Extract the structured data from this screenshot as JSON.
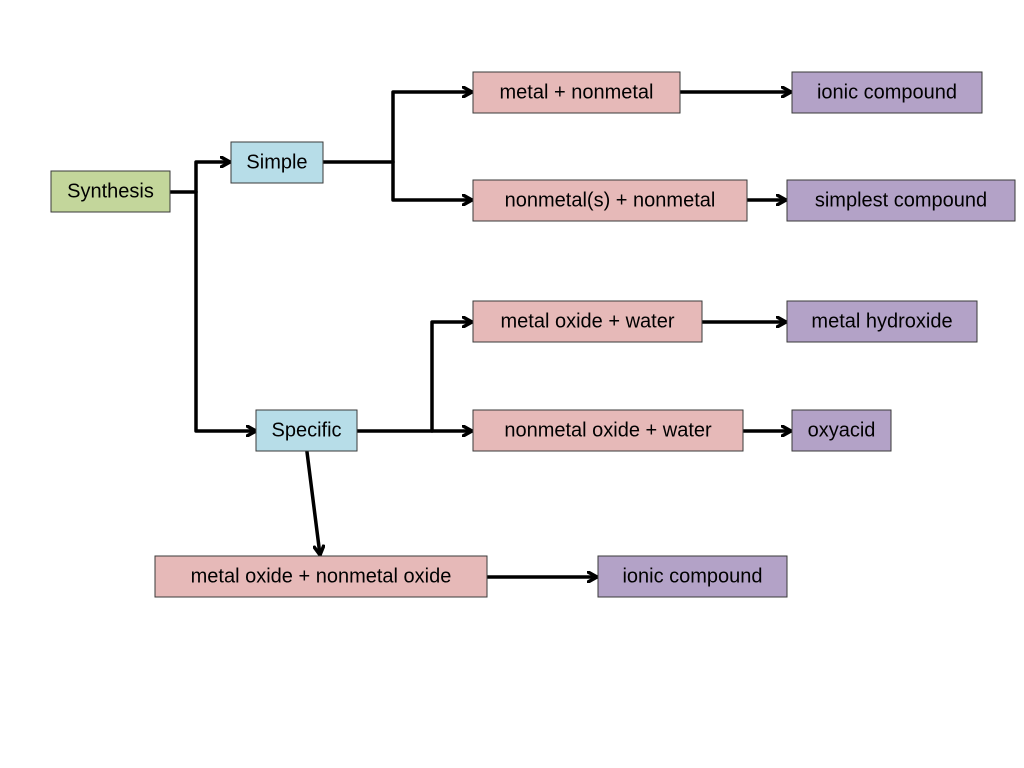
{
  "colors": {
    "root": "#c3d69b",
    "category": "#b7dde8",
    "reactants": "#e6b9b8",
    "product": "#b3a2c7",
    "line": "#000000"
  },
  "nodes": {
    "synthesis": "Synthesis",
    "simple": "Simple",
    "specific": "Specific",
    "metal_nonmetal": "metal + nonmetal",
    "ionic_compound_1": "ionic compound",
    "nonmetals_nonmetal": "nonmetal(s) + nonmetal",
    "simplest_compound": "simplest compound",
    "metal_oxide_water": "metal oxide + water",
    "metal_hydroxide": "metal hydroxide",
    "nonmetal_oxide_water": "nonmetal oxide + water",
    "oxyacid": "oxyacid",
    "metal_oxide_nonmetal_oxide": "metal oxide + nonmetal oxide",
    "ionic_compound_2": "ionic compound"
  }
}
